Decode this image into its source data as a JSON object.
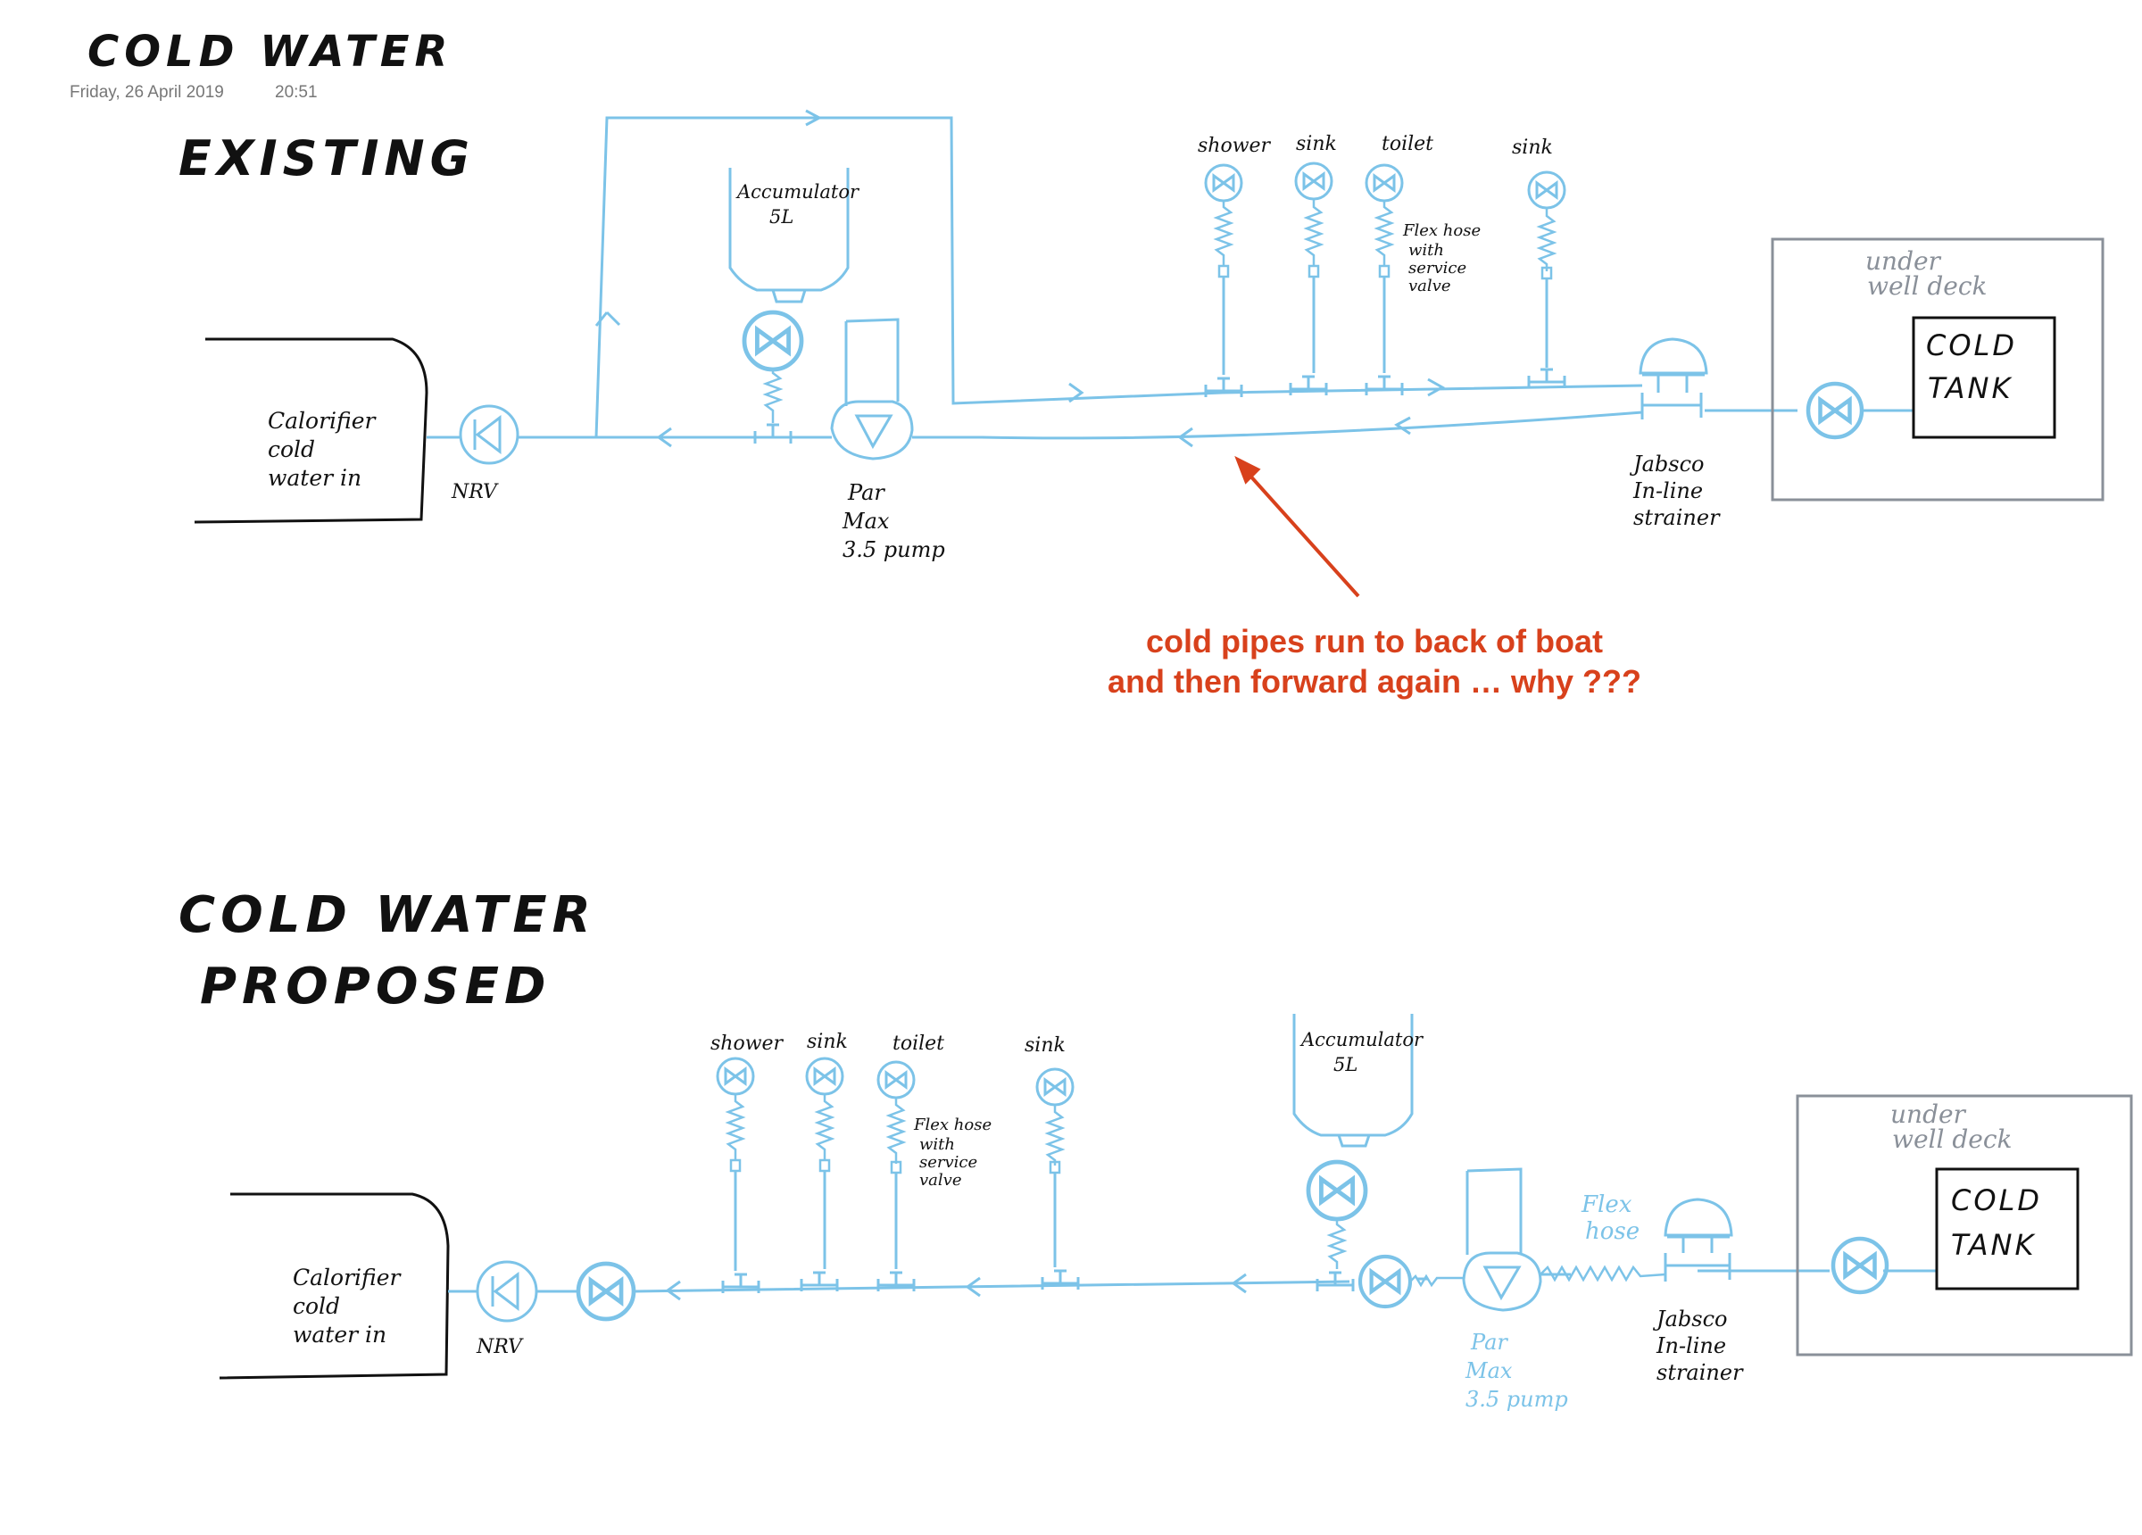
{
  "page": {
    "title": "COLD WATER",
    "date": "Friday, 26 April 2019",
    "time": "20:51"
  },
  "colors": {
    "pipe": "#7cc3e8",
    "ink": "#111111",
    "grey": "#8a9099",
    "note": "#d8411c"
  },
  "existing": {
    "heading": "EXISTING",
    "calorifier": [
      "Calorifier",
      "cold",
      "water in"
    ],
    "nrv": "NRV",
    "accumulator": [
      "Accumulator",
      "5L"
    ],
    "pump": [
      "Par",
      "Max",
      "3.5 pump"
    ],
    "outlets": [
      "shower",
      "sink",
      "toilet",
      "sink"
    ],
    "flex_note": [
      "Flex hose",
      "with",
      "service",
      "valve"
    ],
    "strainer": [
      "Jabsco",
      "In-line",
      "strainer"
    ],
    "tank_area": [
      "under",
      "well deck"
    ],
    "tank": [
      "COLD",
      "TANK"
    ]
  },
  "annotation": {
    "line1": "cold pipes run to back of boat",
    "line2": "and then forward again … why ???"
  },
  "proposed": {
    "heading1": "COLD WATER",
    "heading2": "PROPOSED",
    "calorifier": [
      "Calorifier",
      "cold",
      "water in"
    ],
    "nrv": "NRV",
    "outlets": [
      "shower",
      "sink",
      "toilet",
      "sink"
    ],
    "flex_note": [
      "Flex hose",
      "with",
      "service",
      "valve"
    ],
    "accumulator": [
      "Accumulator",
      "5L"
    ],
    "pump": [
      "Par",
      "Max",
      "3.5 pump"
    ],
    "flex_hose": [
      "Flex",
      "hose"
    ],
    "strainer": [
      "Jabsco",
      "In-line",
      "strainer"
    ],
    "tank_area": [
      "under",
      "well deck"
    ],
    "tank": [
      "COLD",
      "TANK"
    ]
  }
}
